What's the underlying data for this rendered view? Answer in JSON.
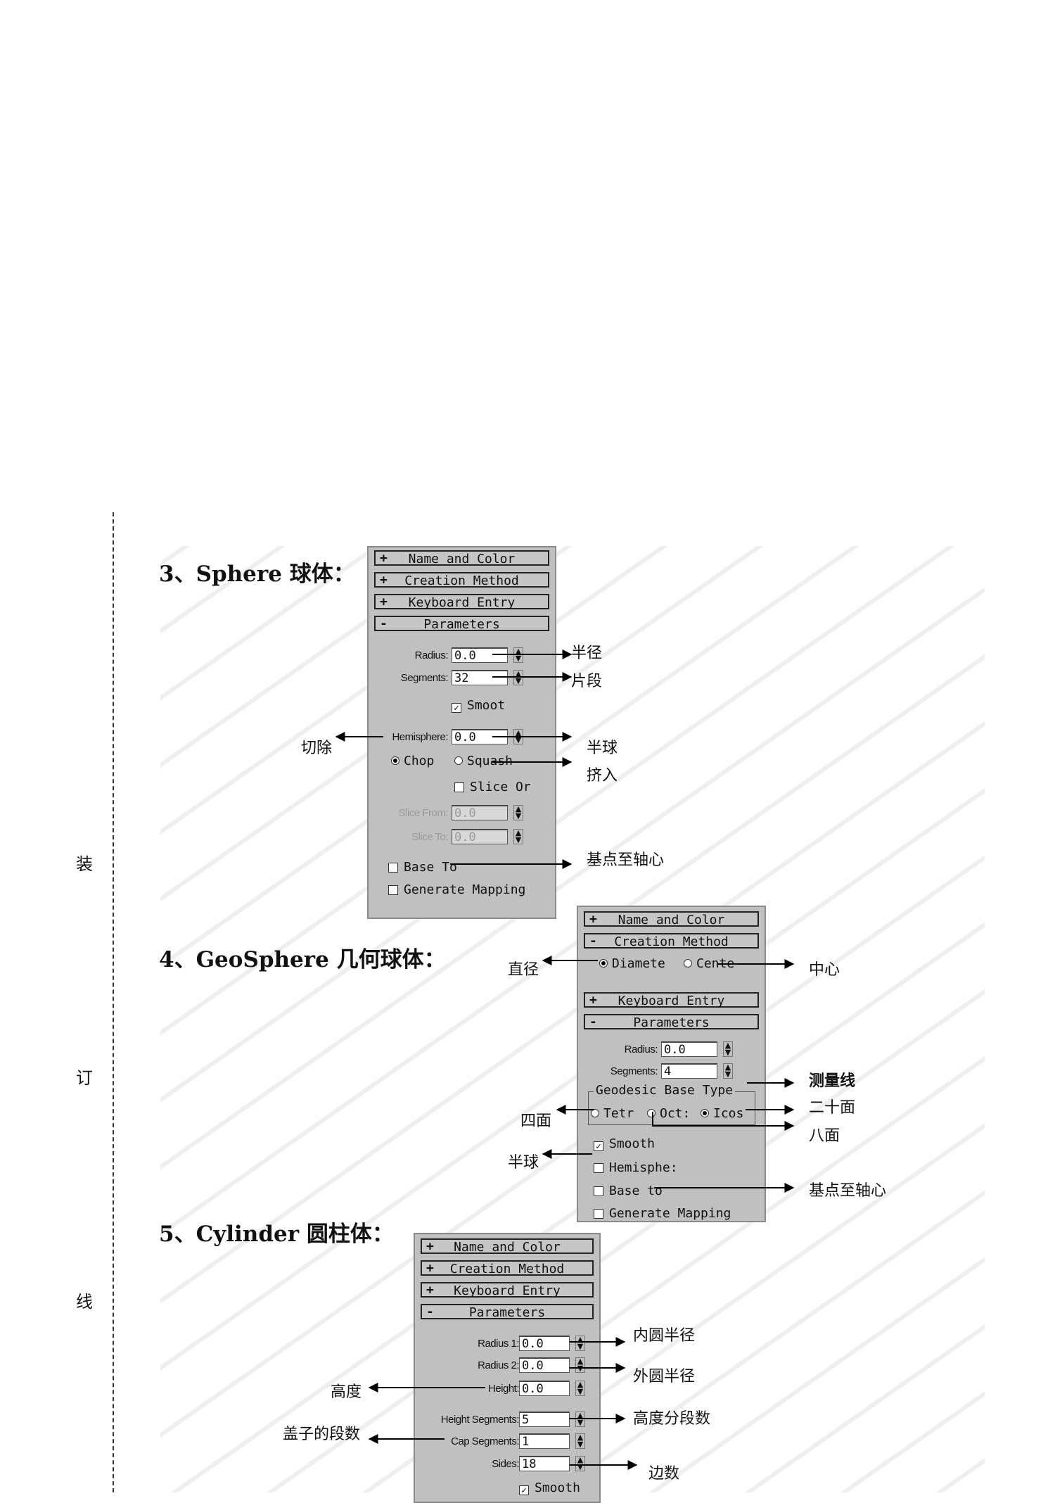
{
  "binding": [
    "装",
    "订",
    "线"
  ],
  "sphere": {
    "heading": "3、Sphere 球体：",
    "rollouts": [
      {
        "sign": "+",
        "label": "Name and Color"
      },
      {
        "sign": "+",
        "label": "Creation Method"
      },
      {
        "sign": "+",
        "label": "Keyboard Entry"
      },
      {
        "sign": "-",
        "label": "Parameters"
      }
    ],
    "radius_label": "Radius:",
    "radius_value": "0.0",
    "segments_label": "Segments:",
    "segments_value": "32",
    "smooth_label": "Smoot",
    "hemisphere_label": "Hemisphere:",
    "hemisphere_value": "0.0",
    "chop_label": "Chop",
    "squash_label": "Squash",
    "slice_on_label": "Slice Or",
    "slice_from_label": "Slice From:",
    "slice_from_value": "0.0",
    "slice_to_label": "Slice To:",
    "slice_to_value": "0.0",
    "base_to_label": "Base To",
    "gen_map_label": "Generate Mapping",
    "ann": {
      "radius": "半径",
      "segments": "片段",
      "chop": "切除",
      "hemisphere": "半球",
      "squash": "挤入",
      "base": "基点至轴心"
    }
  },
  "geosphere": {
    "heading": "4、GeoSphere 几何球体：",
    "rollouts_top": [
      {
        "sign": "+",
        "label": "Name and Color"
      },
      {
        "sign": "-",
        "label": "Creation Method"
      }
    ],
    "diameter_label": "Diamete",
    "center_label": "Cente",
    "rollouts_bottom": [
      {
        "sign": "+",
        "label": "Keyboard Entry"
      },
      {
        "sign": "-",
        "label": "Parameters"
      }
    ],
    "radius_label": "Radius:",
    "radius_value": "0.0",
    "segments_label": "Segments:",
    "segments_value": "4",
    "group_title": "Geodesic Base Type",
    "tetra_label": "Tetr",
    "octa_label": "Oct:",
    "icosa_label": "Icos",
    "smooth_label": "Smooth",
    "hemisphere_label": "Hemisphe:",
    "base_to_label": "Base to",
    "gen_map_label": "Generate Mapping",
    "ann": {
      "diameter": "直径",
      "center": "中心",
      "geodesic": "测量线",
      "icosa": "二十面",
      "tetra": "四面",
      "octa": "八面",
      "hemisphere": "半球",
      "base": "基点至轴心"
    }
  },
  "cylinder": {
    "heading": "5、Cylinder 圆柱体：",
    "rollouts": [
      {
        "sign": "+",
        "label": "Name and Color"
      },
      {
        "sign": "+",
        "label": "Creation Method"
      },
      {
        "sign": "+",
        "label": "Keyboard Entry"
      },
      {
        "sign": "-",
        "label": "Parameters"
      }
    ],
    "radius1_label": "Radius 1:",
    "radius1_value": "0.0",
    "radius2_label": "Radius 2:",
    "radius2_value": "0.0",
    "height_label": "Height:",
    "height_value": "0.0",
    "height_seg_label": "Height Segments:",
    "height_seg_value": "5",
    "cap_seg_label": "Cap Segments:",
    "cap_seg_value": "1",
    "sides_label": "Sides:",
    "sides_value": "18",
    "smooth_label": "Smooth",
    "ann": {
      "radius1": "内圆半径",
      "radius2": "外圆半径",
      "height": "高度",
      "height_seg": "高度分段数",
      "cap_seg": "盖子的段数",
      "sides": "边数"
    }
  }
}
